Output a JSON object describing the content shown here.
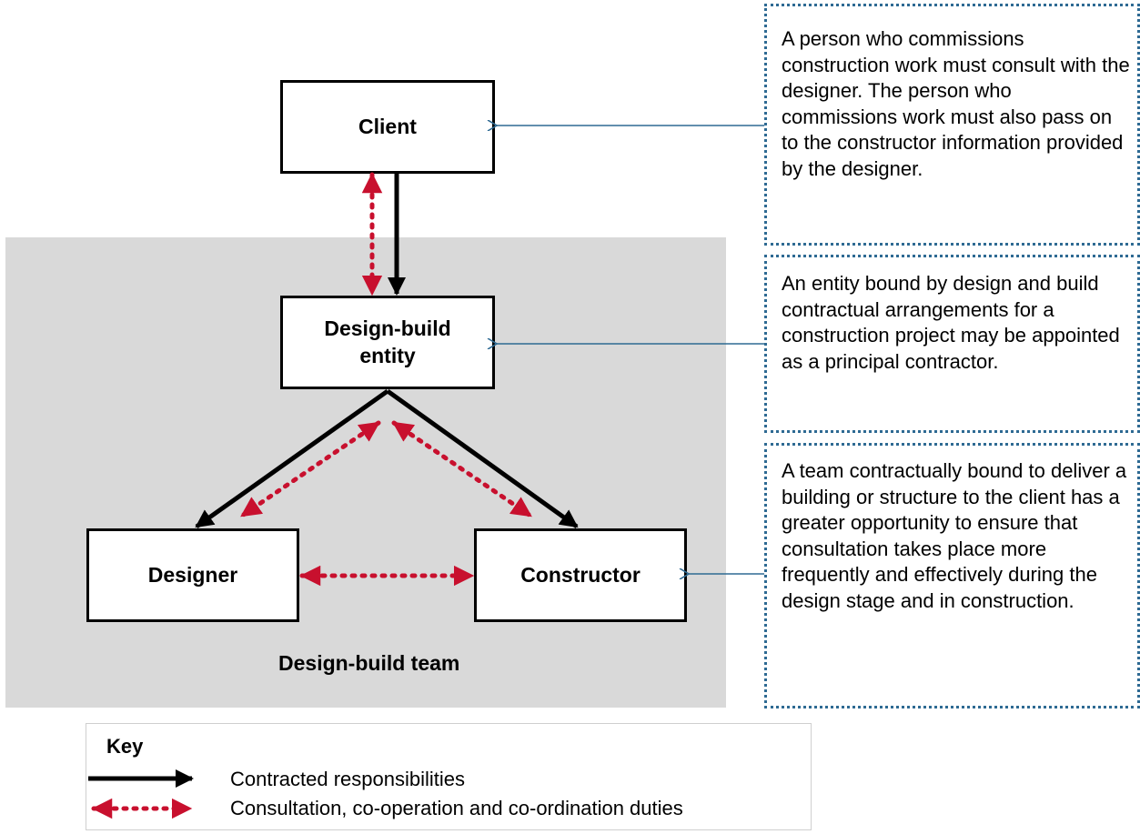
{
  "nodes": {
    "client": "Client",
    "design_build_entity": "Design-build entity",
    "designer": "Designer",
    "constructor": "Constructor"
  },
  "team_label": "Design-build team",
  "notes": [
    "A person who commissions construction work must consult with the designer. The person who commissions work must also pass on to the constructor information provided by the designer.",
    "An entity bound by design and build contractual arrangements for a construction project may be appointed as a principal contractor.",
    "A team contractually bound to deliver a building or structure to the client has a greater opportunity to ensure that consultation takes place more frequently and effectively during the design stage and in construction."
  ],
  "key": {
    "title": "Key",
    "contracted": "Contracted responsibilities",
    "consultation": "Consultation, co-operation and co-ordination duties"
  },
  "colors": {
    "contract_arrow": "#000000",
    "consultation_arrow": "#c8102e",
    "callout": "#2e6a93",
    "team_background": "#d9d9d9"
  }
}
